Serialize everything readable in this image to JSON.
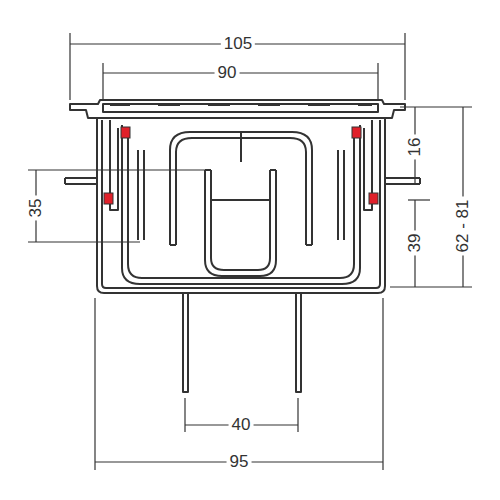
{
  "diagram": {
    "labels": [
      "105",
      "90",
      "16",
      "35",
      "62 - 81",
      "39",
      "40",
      "95"
    ]
  }
}
